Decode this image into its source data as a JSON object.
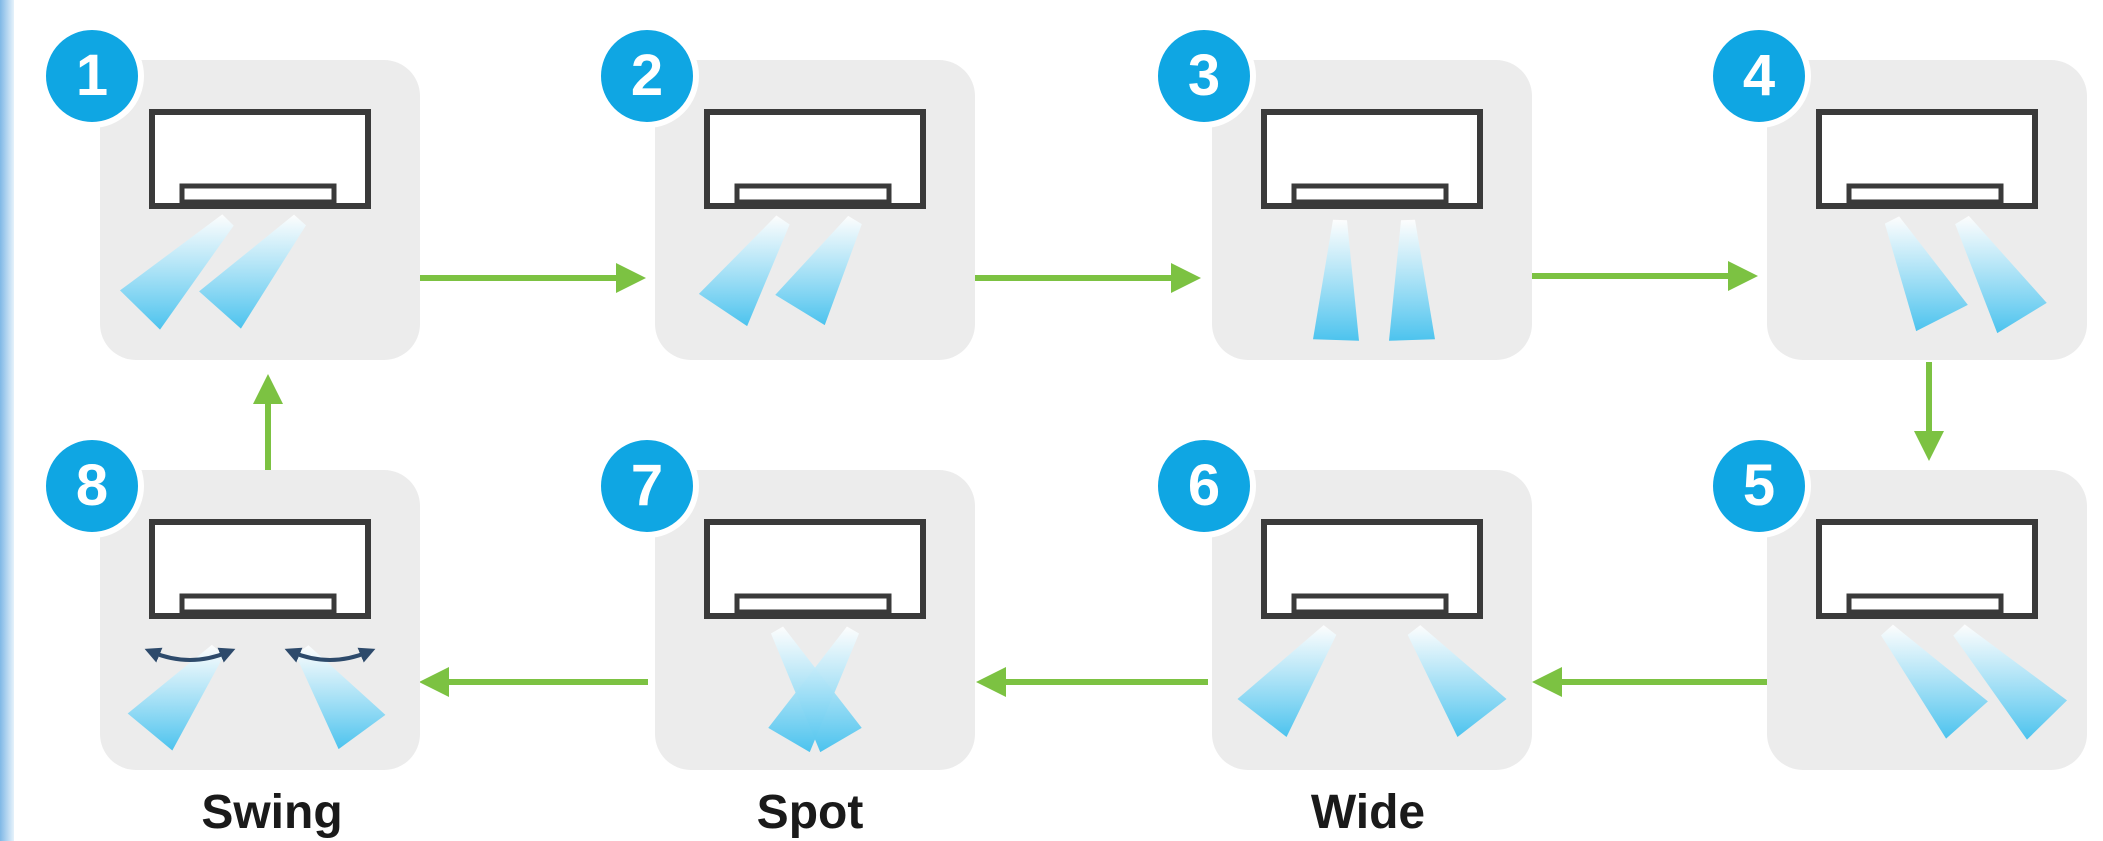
{
  "steps": [
    {
      "number": "1",
      "direction": "left"
    },
    {
      "number": "2",
      "direction": "left-slight"
    },
    {
      "number": "3",
      "direction": "down"
    },
    {
      "number": "4",
      "direction": "right-slight"
    },
    {
      "number": "5",
      "direction": "right"
    },
    {
      "number": "6",
      "direction": "wide"
    },
    {
      "number": "7",
      "direction": "spot"
    },
    {
      "number": "8",
      "direction": "swing"
    }
  ],
  "labels": {
    "swing": "Swing",
    "spot": "Spot",
    "wide": "Wide"
  },
  "colors": {
    "badge": "#0fa6e3",
    "arrow": "#7cc242",
    "card": "#ececec",
    "airflow": "#4cc3ee",
    "unit_outline": "#3a3a3a"
  }
}
